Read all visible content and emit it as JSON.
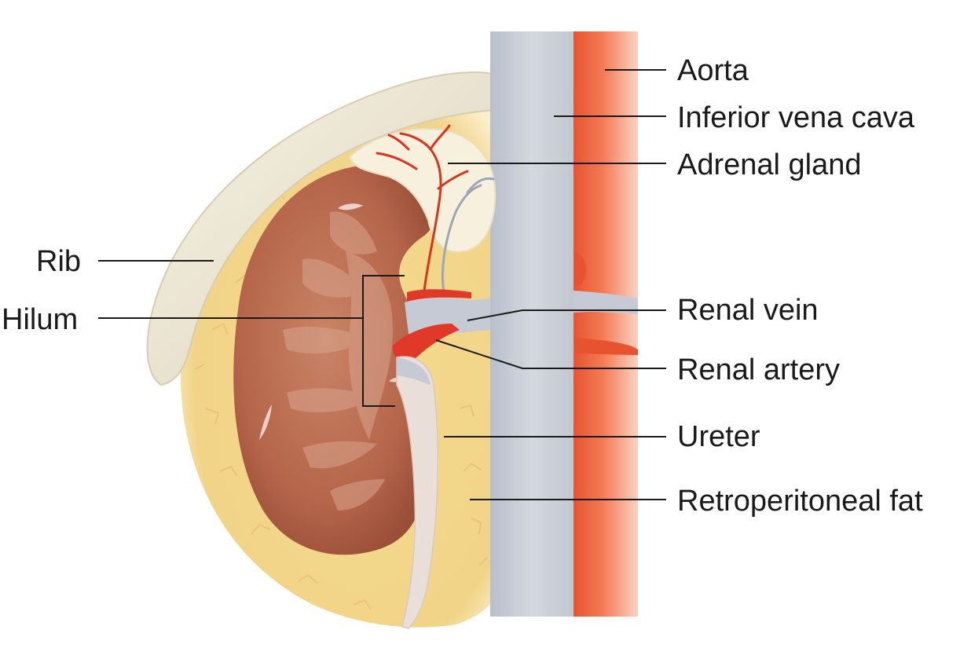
{
  "labels": {
    "aorta": "Aorta",
    "ivc": "Inferior vena cava",
    "adrenal": "Adrenal gland",
    "rib": "Rib",
    "hilum": "Hilum",
    "renal_vein": "Renal vein",
    "renal_artery": "Renal artery",
    "ureter": "Ureter",
    "fat": "Retroperitoneal fat"
  },
  "colors": {
    "fat": "#f3d68a",
    "fat_light": "#f9e9b8",
    "kidney": "#b8674a",
    "kidney_light": "#d69c84",
    "vena_cava": "#c9ced8",
    "aorta": "#f0603f",
    "artery": "#e03a25",
    "adrenal": "#f7f0dc",
    "rib": "#ede7d3",
    "ureter": "#eadfd8",
    "leader": "#1a1a1a"
  },
  "icons": [
    "kidney",
    "adrenal-gland",
    "aorta",
    "inferior-vena-cava",
    "rib",
    "ureter"
  ]
}
